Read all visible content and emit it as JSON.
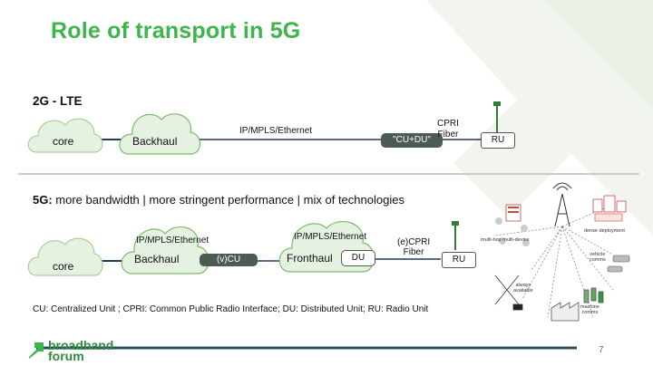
{
  "title": "Role of transport in 5G",
  "lte": {
    "heading": "2G - LTE",
    "core": "core",
    "backhaul": "Backhaul",
    "transport": "IP/MPLS/Ethernet",
    "cudu": "\"CU+DU\"",
    "cpri_line1": "CPRI",
    "cpri_line2": "Fiber",
    "ru": "RU"
  },
  "g5": {
    "heading_bold": "5G:",
    "heading_rest": " more bandwidth | more stringent performance | mix of technologies",
    "core": "core",
    "backhaul": "Backhaul",
    "backhaul_transport": "IP/MPLS/Ethernet",
    "vcu": "(v)CU",
    "fronthaul": "Fronthaul",
    "fronthaul_transport": "IP/MPLS/Ethernet",
    "du": "DU",
    "ecpri_line1": "(e)CPRI",
    "ecpri_line2": "Fiber",
    "ru": "RU"
  },
  "illustration": {
    "multihop": "multi-hop multi-device",
    "dense": "dense deployment",
    "vehicle_line1": "vehicle",
    "vehicle_line2": "comms",
    "always_line1": "always",
    "always_line2": "available",
    "machine_line1": "machine",
    "machine_line2": "comms"
  },
  "footnote": "CU: Centralized Unit ; CPRI: Common Public Radio Interface; DU: Distributed Unit; RU: Radio Unit",
  "logo": {
    "line1": "broadband",
    "line2": "forum"
  },
  "page_number": "7",
  "colors": {
    "accent": "#3cb54a",
    "dark_box": "#4d5a56",
    "cloud": "#e6f2e1",
    "cloud_stroke": "#7dbb6b",
    "link": "#1f3a5a",
    "bg_arrow": "#f1f5ee"
  }
}
